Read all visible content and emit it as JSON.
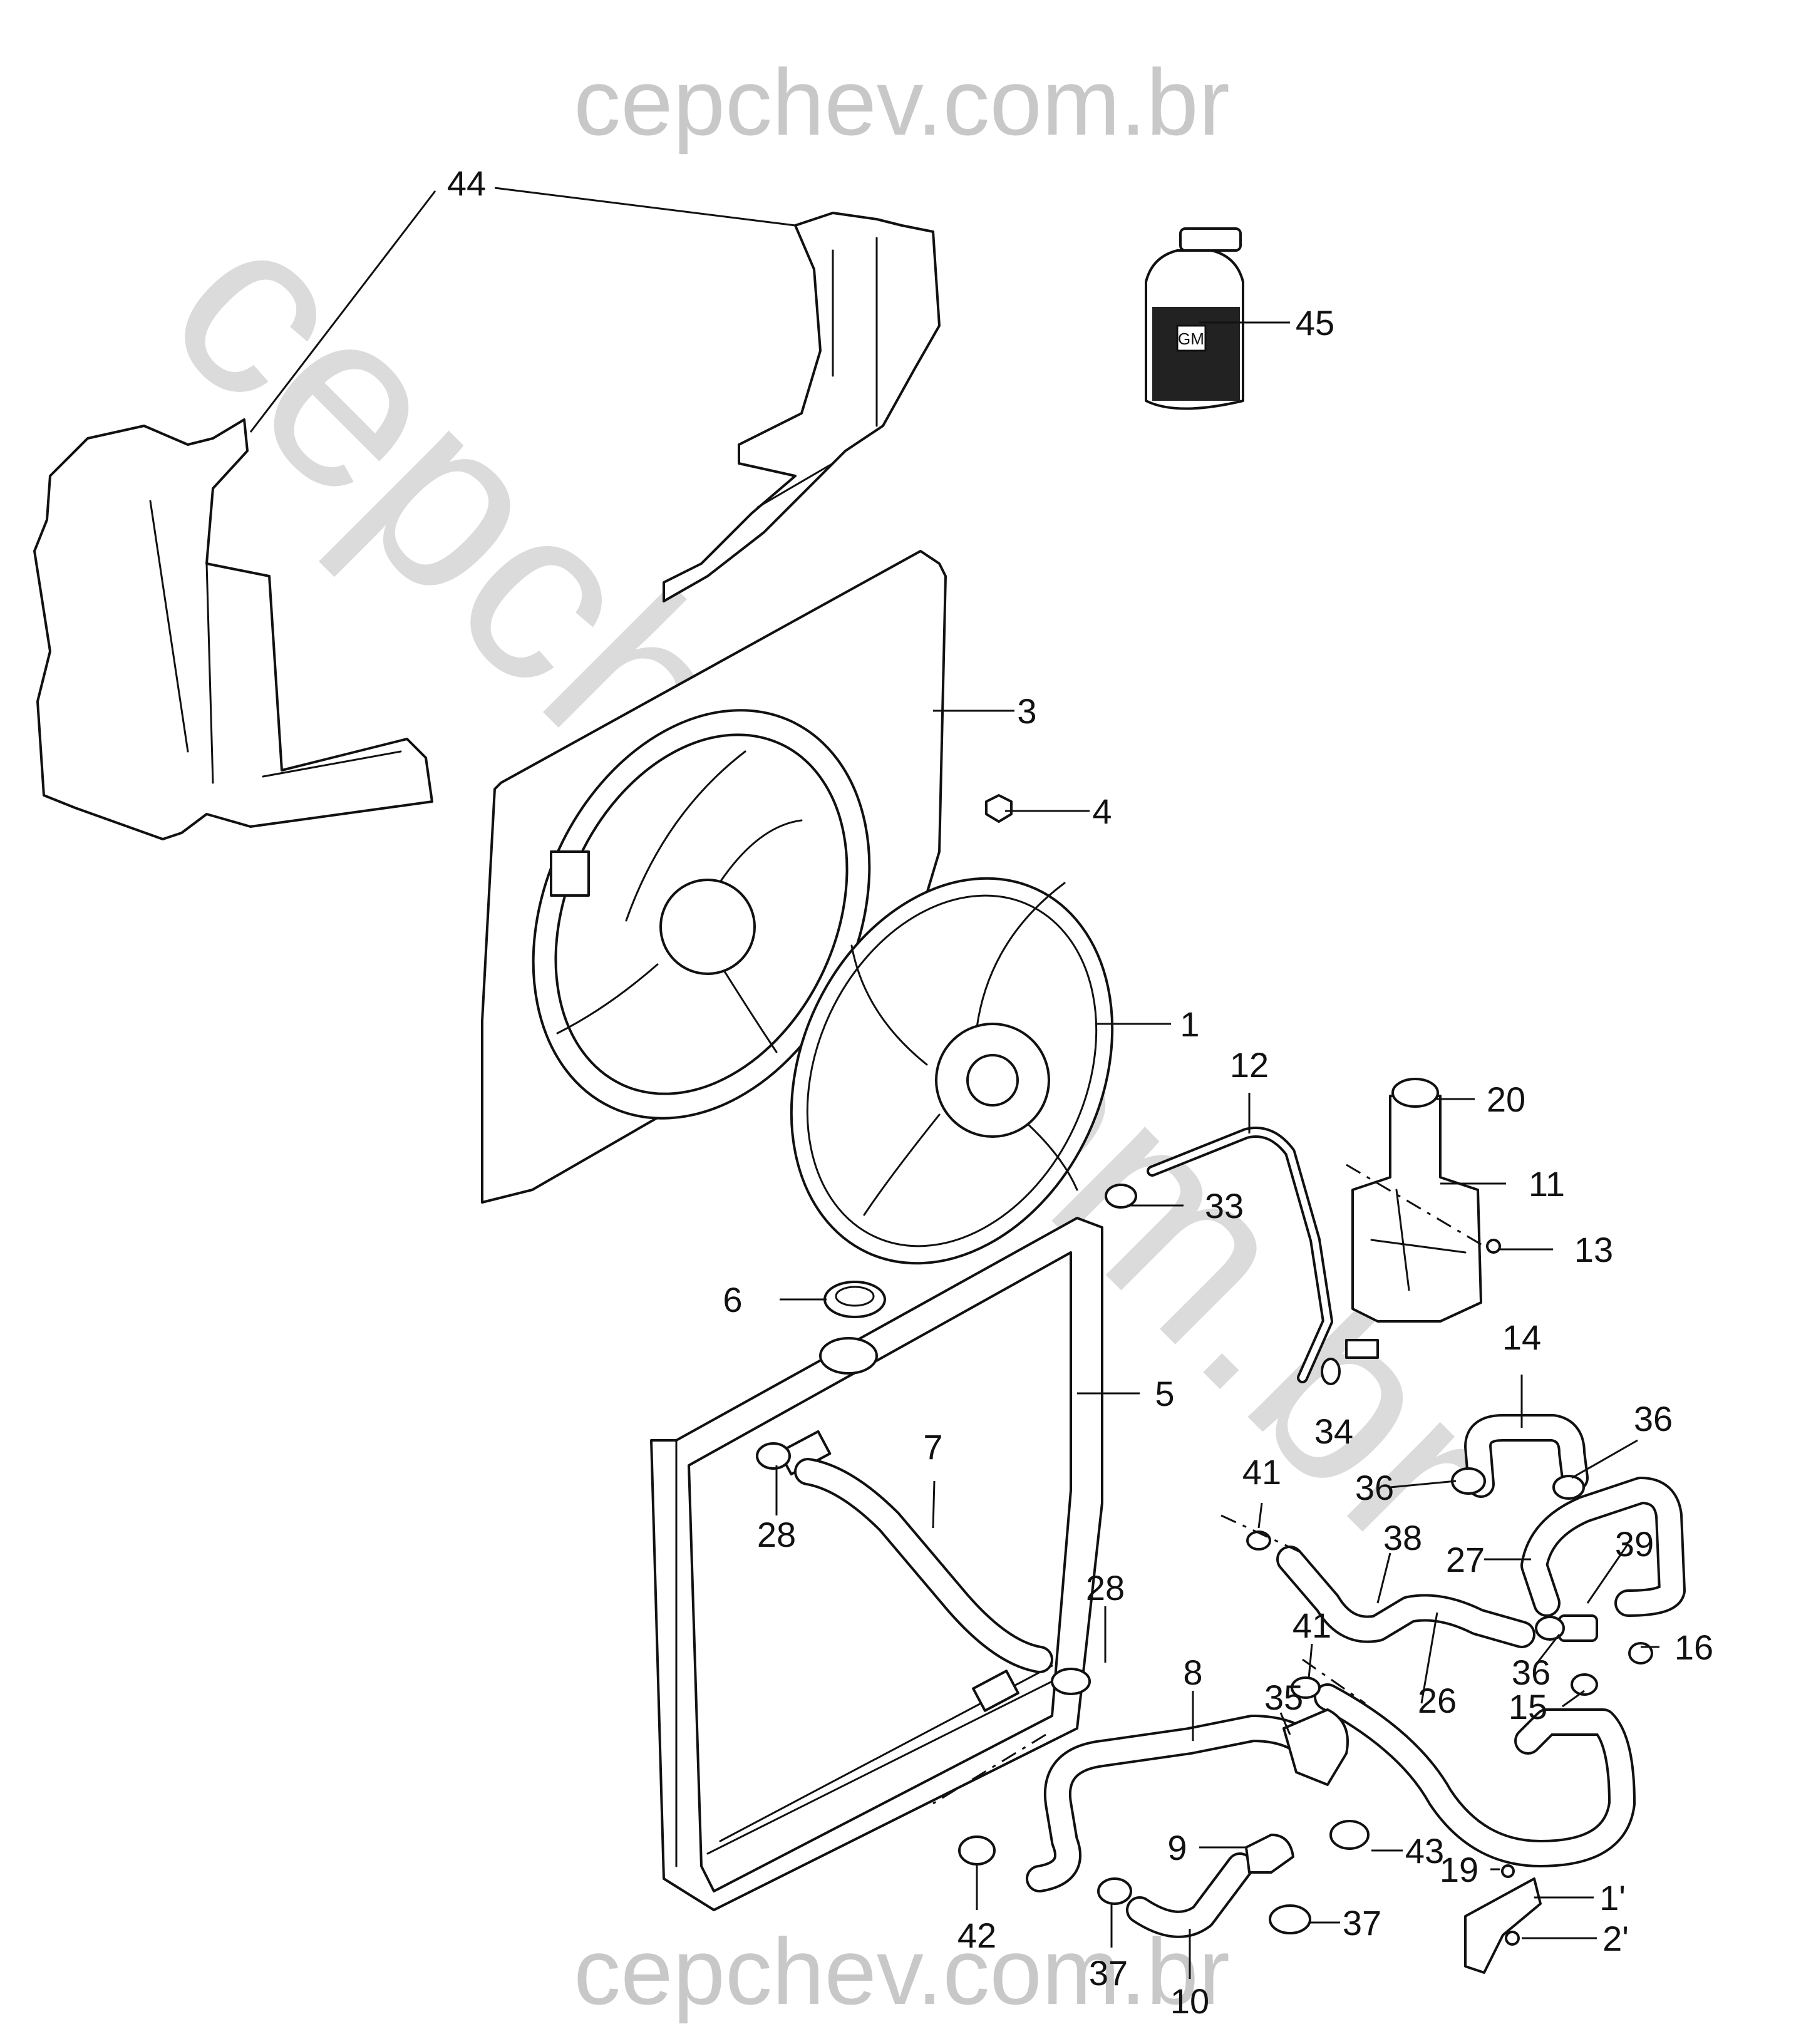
{
  "watermark": {
    "top": "cepchev.com.br",
    "diagonal": "cepchev.com.br",
    "bottom": "cepchev.com.br"
  },
  "callouts": {
    "c1": "1",
    "c3": "3",
    "c4": "4",
    "c5": "5",
    "c6": "6",
    "c7": "7",
    "c8": "8",
    "c9": "9",
    "c10": "10",
    "c11": "11",
    "c12": "12",
    "c13": "13",
    "c14": "14",
    "c15": "15",
    "c16": "16",
    "c17": "1'",
    "c19": "19",
    "c20": "20",
    "c21": "2'",
    "c26": "26",
    "c27": "27",
    "c28a": "28",
    "c28b": "28",
    "c33": "33",
    "c34": "34",
    "c35": "35",
    "c36a": "36",
    "c36b": "36",
    "c36c": "36",
    "c37a": "37",
    "c37b": "37",
    "c38": "38",
    "c39": "39",
    "c41a": "41",
    "c41b": "41",
    "c42": "42",
    "c43": "43",
    "c44": "44",
    "c45": "45"
  },
  "icons": {
    "bottle_label": "GM"
  }
}
